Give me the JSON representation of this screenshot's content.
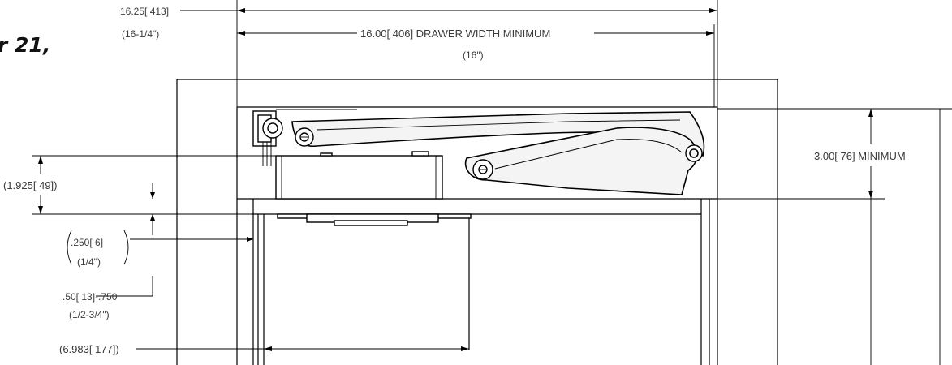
{
  "corner_fragment": "r 21,",
  "dimensions": {
    "overall_width": "16.25[ 413]",
    "overall_width_frac": "(16-1/4\")",
    "drawer_width_min": "16.00[ 406] DRAWER WIDTH MINIMUM",
    "drawer_width_min_frac": "(16\")",
    "height_min": "3.00[ 76] MINIMUM",
    "offset_1925": "(1.925[ 49])",
    "offset_250": ".250[ 6]",
    "offset_250_frac": "(1/4\")",
    "offset_50_750": ".50[ 13]-.750",
    "offset_50_750_frac": "(1/2-3/4\")",
    "offset_6983": "(6.983[ 177])"
  }
}
